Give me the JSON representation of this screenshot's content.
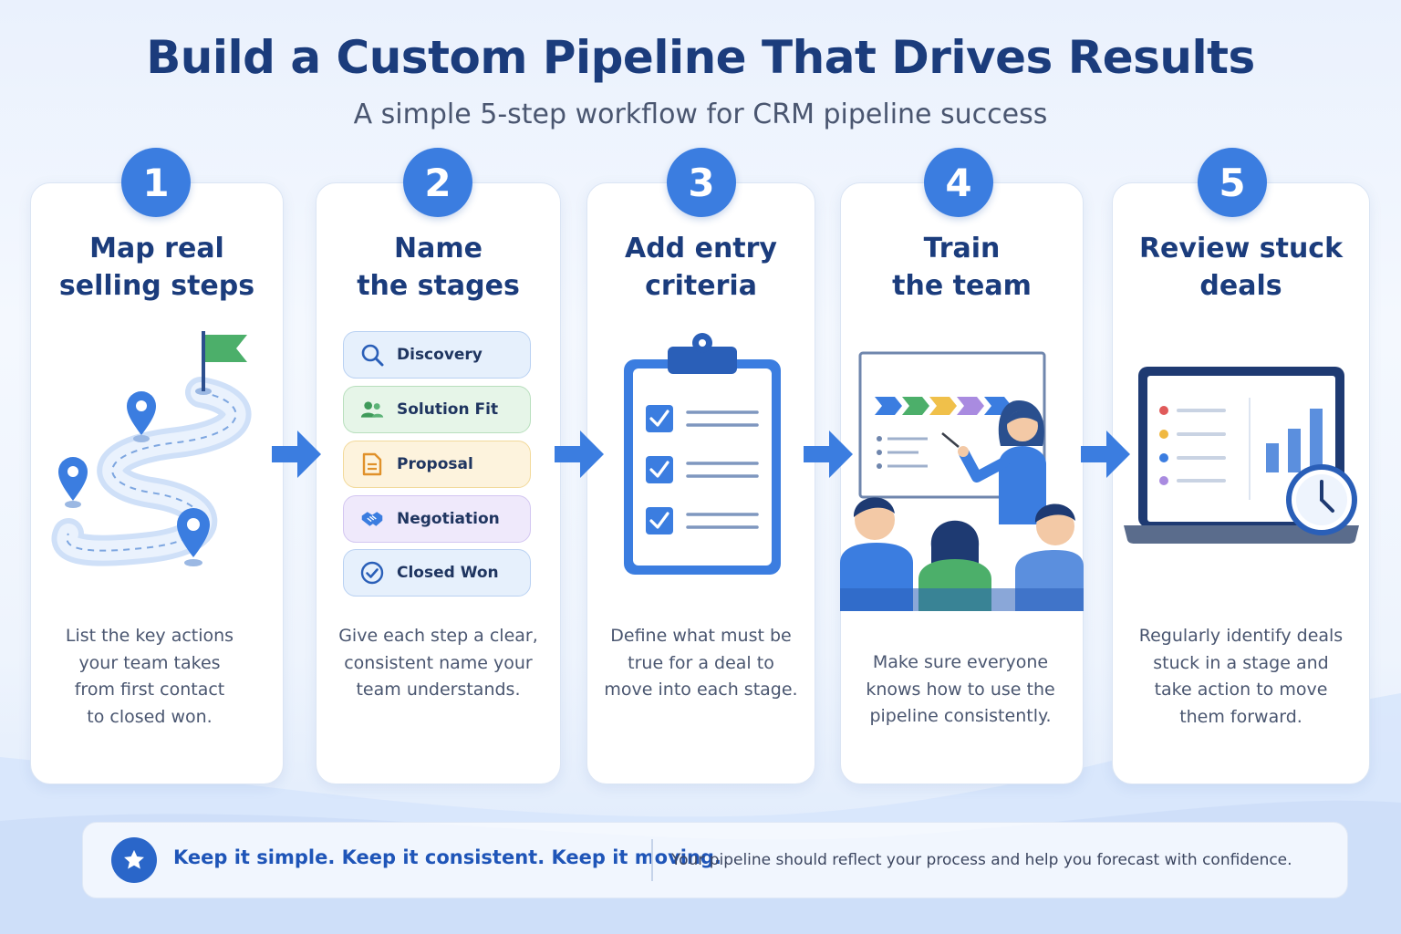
{
  "header": {
    "title": "Build a Custom Pipeline That Drives Results",
    "subtitle": "A simple 5-step workflow for CRM pipeline success"
  },
  "steps": [
    {
      "number": "1",
      "title_line1": "Map real",
      "title_line2": "selling steps",
      "desc": [
        "List the key actions",
        "your team takes",
        "from first contact",
        "to closed won."
      ]
    },
    {
      "number": "2",
      "title_line1": "Name",
      "title_line2": "the stages",
      "desc": [
        "Give each step a clear,",
        "consistent name your",
        "team understands."
      ],
      "stages": [
        {
          "label": "Discovery",
          "icon": "search-icon",
          "bg": "#e6f0fc",
          "border": "#b9d1f2"
        },
        {
          "label": "Solution Fit",
          "icon": "people-icon",
          "bg": "#e6f5e8",
          "border": "#b8dfbd"
        },
        {
          "label": "Proposal",
          "icon": "document-icon",
          "bg": "#fdf3dd",
          "border": "#f2d99a"
        },
        {
          "label": "Negotiation",
          "icon": "handshake-icon",
          "bg": "#efe9fb",
          "border": "#d3c6f1"
        },
        {
          "label": "Closed Won",
          "icon": "check-circle-icon",
          "bg": "#e6f0fc",
          "border": "#b9d1f2"
        }
      ]
    },
    {
      "number": "3",
      "title_line1": "Add entry",
      "title_line2": "criteria",
      "desc": [
        "Define what must be",
        "true for a deal to",
        "move into each stage."
      ]
    },
    {
      "number": "4",
      "title_line1": "Train",
      "title_line2": "the team",
      "desc": [
        "Make sure everyone",
        "knows how to use the",
        "pipeline consistently."
      ]
    },
    {
      "number": "5",
      "title_line1": "Review stuck",
      "title_line2": "deals",
      "desc": [
        "Regularly identify deals",
        "stuck in a stage and",
        "take action to move",
        "them forward."
      ]
    }
  ],
  "footer": {
    "tagline": "Keep it simple. Keep it consistent. Keep it moving.",
    "note": "Your pipeline should reflect your process and help you forecast with confidence.",
    "icon": "star-icon"
  },
  "colors": {
    "accent": "#3b7de0",
    "title": "#1b3c7c",
    "text": "#4a5670",
    "footer_accent": "#1f55b8"
  }
}
